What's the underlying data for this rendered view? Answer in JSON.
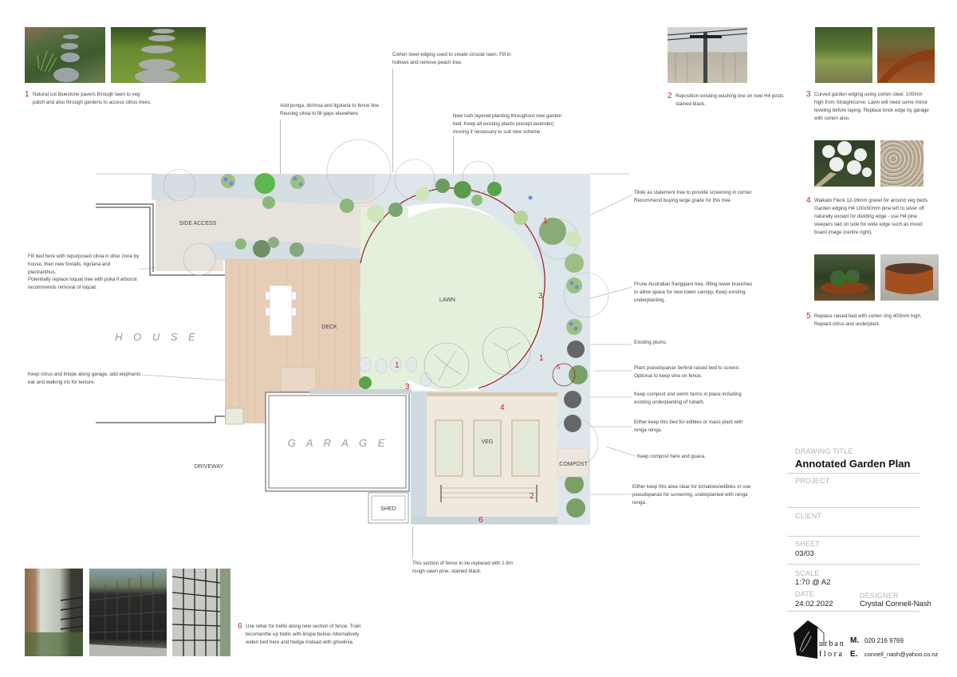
{
  "annotations": {
    "n1": {
      "num": "1",
      "text": "Natural cut bluestone pavers through lawn to veg patch and also through gardens to access citrus trees."
    },
    "n2": {
      "num": "2",
      "text": "Reposition existing washing line on new H4 posts stained black."
    },
    "n3": {
      "num": "3",
      "text": "Curved garden edging using corten steel.  100mm high from Straightcurve.  Lawn will need some minor leveling before laying.  Replace brick edge by garage with corten also."
    },
    "n4": {
      "num": "4",
      "text": "Waikato Fleck 12-16mm gravel for around veg beds. Garden edging H4 100x50mm pine left to silver off naturally except for dividing edge - use H4 pine sleepers laid on side for wide edge such as mood board image (centre right)."
    },
    "n5": {
      "num": "5",
      "text": "Replace raised bed with corten ring 400mm high. Replant citrus and underplant."
    },
    "n6": {
      "num": "6",
      "text": "Use rebar for trellis along new section of fence.  Train tecomanthe up trellis with liriope below. Alternatively widen bed here and hedge instead with griselinia."
    },
    "corten": "Corten steel edging used to create circular lawn.  Fill in hollows and remove peach tree.",
    "ponga": "Add ponga, dichroa and ligularia to fence line. Reusing clivia to fill gaps elsewhere.",
    "lush": "New lush layered planting throughout new garden bed.  Keep all existing plants (except lavender) moving if necessary  to suit new scheme.",
    "fillbed": "Fill bed here with repurposed clivia in drier zone by house, then new foxtails, ligularia and plectranthus.",
    "loquat": "Potentially replace loquat tree with puka if arborist recommends removal of loquat.",
    "citrus": "Keep citrus and liriope along garage, add elephants ear and walking iris for texture.",
    "titoki": "Titoki as statement tree to provide screening in corner. Recommend buying large grade for this tree.",
    "frangipani": "Prune Australian frangipani tree, lifting lower branches to allow space for new lower canopy.  Keep existing underplanting.",
    "plums": "Existing plums.",
    "pseudopanax": "Plant pseudopanax behind raised bed to screen. Optional to keep vine on fence.",
    "compost": "Keep compost and worm farms in place  including existing underplanting of rubarb.",
    "edibles": "Either keep this bed for edibles or mass plant with renga renga.",
    "guava": "Keep compost here and guava.",
    "tomatoes": "Either keep this area clear for tomatoes/edibles or use pseudopanax for screening, underplanted with renga renga.",
    "fence": "This section of fence to be replaced with 1.8m rough sawn pine, stained black."
  },
  "plan": {
    "labels": {
      "side_access": "SIDE ACCESS",
      "house": "H O U S E",
      "deck": "DECK",
      "lawn": "LAWN",
      "garage": "G A R A G E",
      "driveway": "DRIVEWAY",
      "shed": "SHED",
      "veg": "VEG",
      "compost": "COMPOST"
    },
    "markers": [
      "1",
      "1",
      "1",
      "2",
      "3",
      "3",
      "4",
      "5",
      "6"
    ],
    "colors": {
      "lawn": "#e3f0dc",
      "deck": "#e6cdb5",
      "side_access": "#e8e2dc",
      "gravel": "#efe8dc",
      "bed": "#dde6ea",
      "corten": "#9b2a2a",
      "marker": "#c8202a"
    }
  },
  "title_block": {
    "drawing_title_label": "DRAWING TITLE",
    "drawing_title": "Annotated Garden Plan",
    "project_label": "PROJECT",
    "project": "",
    "client_label": "CLIENT",
    "client": "",
    "sheet_label": "SHEET",
    "sheet": "03/03",
    "scale_label": "SCALE",
    "scale": "1:70 @ A2",
    "date_label": "DATE",
    "date": "24.02.2022",
    "designer_label": "DESIGNER",
    "designer": "Crystal Connell-Nash",
    "logo_line1": "urban",
    "logo_line2": "flora",
    "mobile_label": "M.",
    "mobile": "020 216 9769",
    "email_label": "E.",
    "email": "connell_nash@yahoo.co.nz"
  }
}
